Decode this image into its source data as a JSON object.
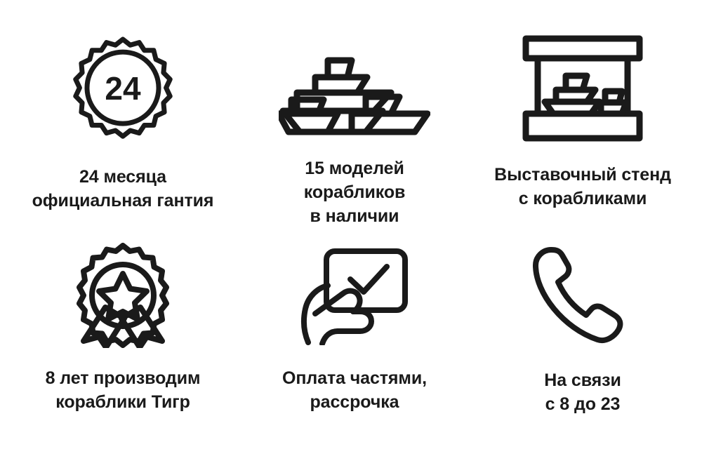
{
  "page": {
    "background_color": "#ffffff",
    "text_color": "#1a1a1a",
    "icon_stroke_color": "#1a1a1a",
    "columns": 3,
    "rows": 2
  },
  "benefits": [
    {
      "id": "warranty",
      "icon": "warranty-seal-24-icon",
      "badge_number": "24",
      "caption": "24 месяца\nофициальная гантия"
    },
    {
      "id": "models",
      "icon": "three-boats-icon",
      "caption": "15 моделей\nкорабликов\nв наличии"
    },
    {
      "id": "showroom",
      "icon": "exhibition-stand-with-boats-icon",
      "caption": "Выставочный стенд\nс корабликами"
    },
    {
      "id": "experience",
      "icon": "award-rosette-star-icon",
      "caption": "8 лет производим\nкораблики Тигр"
    },
    {
      "id": "installments",
      "icon": "hand-holding-card-check-icon",
      "caption": "Оплата частями,\nрассрочка"
    },
    {
      "id": "contact",
      "icon": "phone-handset-icon",
      "caption": "На связи\nс 8 до 23"
    }
  ]
}
